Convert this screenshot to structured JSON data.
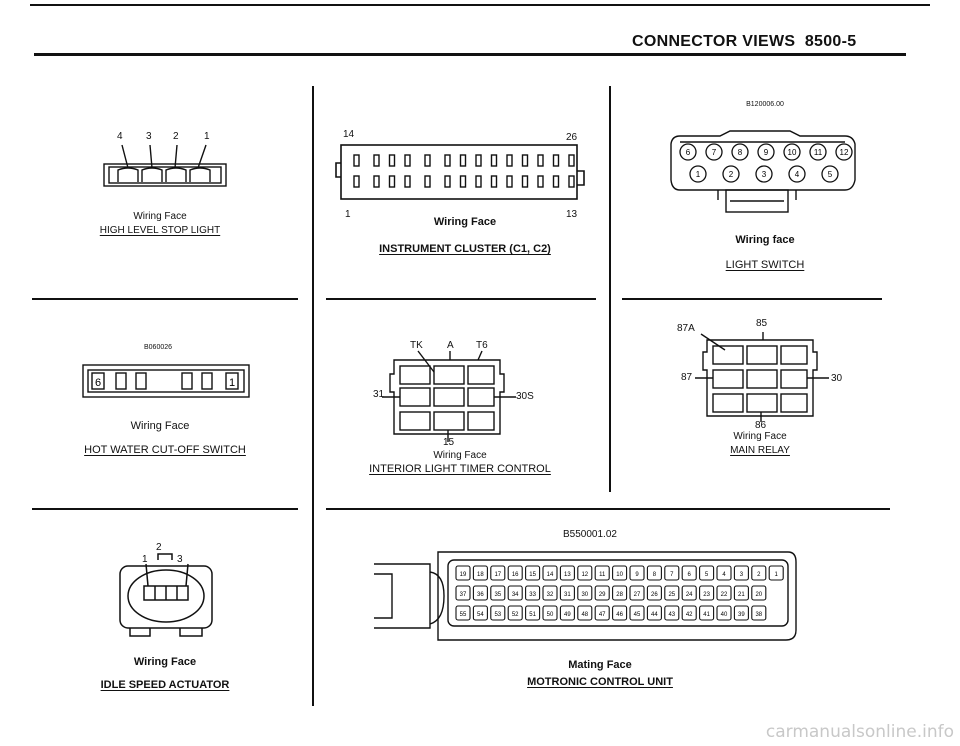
{
  "header": {
    "title": "CONNECTOR VIEWS",
    "page": "8500-5"
  },
  "panels": {
    "high_level_stop_light": {
      "pins": [
        "4",
        "3",
        "2",
        "1"
      ],
      "face_label": "Wiring Face",
      "name": "HIGH LEVEL STOP LIGHT"
    },
    "instrument_cluster": {
      "pins": {
        "top_left": "14",
        "top_right": "26",
        "bottom_left": "1",
        "bottom_right": "13"
      },
      "face_label": "Wiring Face",
      "name": "INSTRUMENT CLUSTER (C1, C2)"
    },
    "light_switch": {
      "code": "B120006.00",
      "pins_top": [
        "6",
        "7",
        "8",
        "9",
        "10",
        "11",
        "12"
      ],
      "pins_bottom": [
        "1",
        "2",
        "3",
        "4",
        "5"
      ],
      "face_label": "Wiring face",
      "name": "LIGHT SWITCH"
    },
    "hot_water_cutoff": {
      "code": "B060026",
      "pins": {
        "left": "6",
        "right": "1"
      },
      "face_label": "Wiring Face",
      "name": "HOT WATER CUT-OFF SWITCH"
    },
    "interior_light_timer": {
      "pins": {
        "tk": "TK",
        "a": "A",
        "t6": "T6",
        "p31": "31",
        "p30s": "30S",
        "p15": "15"
      },
      "face_label": "Wiring Face",
      "name": "INTERIOR LIGHT TIMER CONTROL"
    },
    "main_relay": {
      "pins": {
        "p87a": "87A",
        "p85": "85",
        "p87": "87",
        "p30": "30",
        "p86": "86"
      },
      "face_label": "Wiring Face",
      "name": "MAIN RELAY"
    },
    "idle_speed_actuator": {
      "pins": [
        "1",
        "2",
        "3"
      ],
      "face_label": "Wiring Face",
      "name": "IDLE SPEED ACTUATOR"
    },
    "motronic_control_unit": {
      "code": "B550001.02",
      "row1": [
        "19",
        "18",
        "17",
        "16",
        "15",
        "14",
        "13",
        "12",
        "11",
        "10",
        "9",
        "8",
        "7",
        "6",
        "5",
        "4",
        "3",
        "2",
        "1"
      ],
      "row2": [
        "37",
        "36",
        "35",
        "34",
        "33",
        "32",
        "31",
        "30",
        "29",
        "28",
        "27",
        "26",
        "25",
        "24",
        "23",
        "22",
        "21",
        "20"
      ],
      "row3": [
        "55",
        "54",
        "53",
        "52",
        "51",
        "50",
        "49",
        "48",
        "47",
        "46",
        "45",
        "44",
        "43",
        "42",
        "41",
        "40",
        "39",
        "38"
      ],
      "face_label": "Mating Face",
      "name": "MOTRONIC CONTROL UNIT"
    }
  },
  "footer": "carmanualsonline.info"
}
